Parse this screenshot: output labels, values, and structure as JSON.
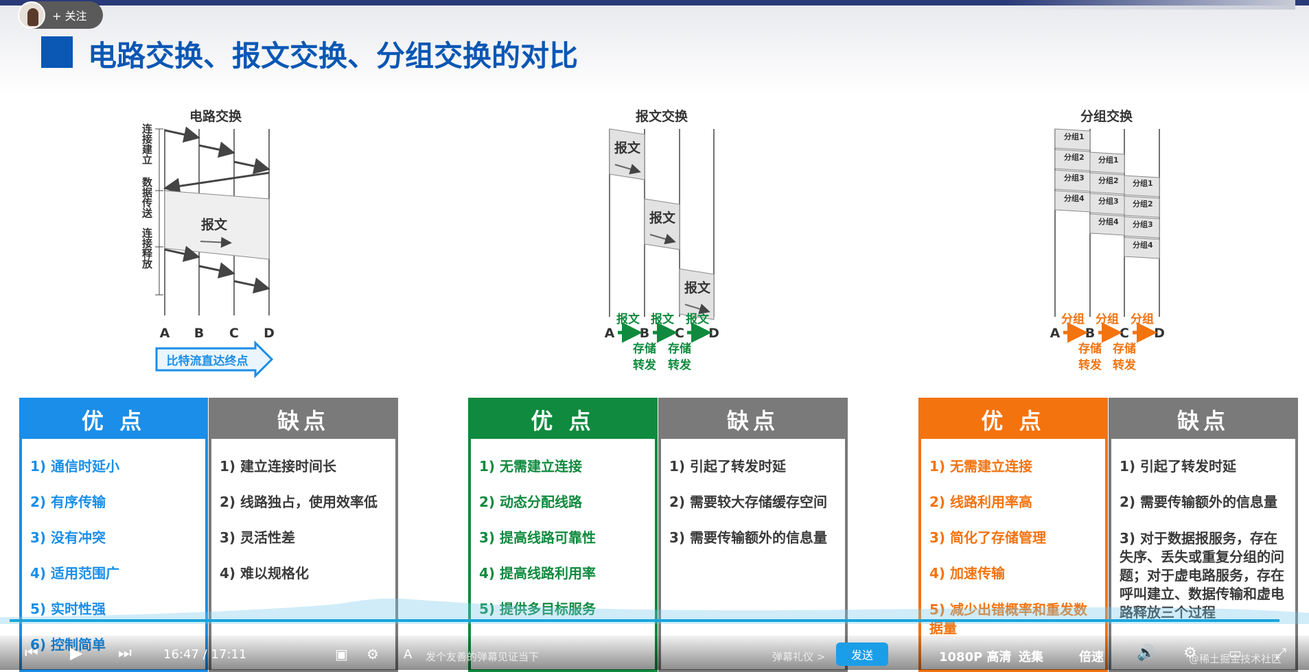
{
  "slide": {
    "title": "电路交换、报文交换、分组交换的对比",
    "follow_label": "+ 关注",
    "colors": {
      "title": "#0a57b4",
      "circuit": "#1a8ee8",
      "message": "#0f8a3e",
      "packet": "#f3730f",
      "cons": "#7a7a7a"
    }
  },
  "diagrams": {
    "circuit": {
      "title": "电路交换",
      "phases": [
        "连接建立",
        "数据传送",
        "连接释放"
      ],
      "data_label": "报文",
      "nodes": [
        "A",
        "B",
        "C",
        "D"
      ],
      "arrow_label": "比特流直达终点"
    },
    "message": {
      "title": "报文交换",
      "block_label": "报文",
      "nodes": [
        "A",
        "B",
        "C",
        "D"
      ],
      "hop_label": "报文",
      "store_top": "存储",
      "store_bottom": "转发"
    },
    "packet": {
      "title": "分组交换",
      "packets": [
        "分组1",
        "分组2",
        "分组3",
        "分组4"
      ],
      "nodes": [
        "A",
        "B",
        "C",
        "D"
      ],
      "hop_label": "分组",
      "store_top": "存储",
      "store_bottom": "转发"
    }
  },
  "tables": {
    "circuit_pros": {
      "title": "优 点",
      "items": [
        "1) 通信时延小",
        "2) 有序传输",
        "3) 没有冲突",
        "4) 适用范围广",
        "5) 实时性强",
        "6) 控制简单"
      ]
    },
    "circuit_cons": {
      "title": "缺点",
      "items": [
        "1) 建立连接时间长",
        "2) 线路独占，使用效率低",
        "3) 灵活性差",
        "4) 难以规格化"
      ]
    },
    "message_pros": {
      "title": "优 点",
      "items": [
        "1) 无需建立连接",
        "2) 动态分配线路",
        "3) 提高线路可靠性",
        "4) 提高线路利用率",
        "5) 提供多目标服务"
      ]
    },
    "message_cons": {
      "title": "缺点",
      "items": [
        "1) 引起了转发时延",
        "2) 需要较大存储缓存空间",
        "3) 需要传输额外的信息量"
      ]
    },
    "packet_pros": {
      "title": "优 点",
      "items": [
        "1) 无需建立连接",
        "2) 线路利用率高",
        "3) 简化了存储管理",
        "4) 加速传输",
        "5) 减少出错概率和重发数据量"
      ]
    },
    "packet_cons": {
      "title": "缺点",
      "items": [
        "1) 引起了转发时延",
        "2) 需要传输额外的信息量",
        "3) 对于数据报服务，存在失序、丢失或重复分组的问题；对于虚电路服务，存在呼叫建立、数据传输和虚电路释放三个过程"
      ]
    }
  },
  "player": {
    "time_current": "16:47",
    "time_sep": "/",
    "time_total": "17:11",
    "danmaku_placeholder": "发个友善的弹幕见证当下",
    "danmaku_etiquette": "弹幕礼仪 >",
    "send_label": "发送",
    "quality": "1080P 高清",
    "episodes": "选集",
    "speed": "倍速",
    "watermark": "@稀土掘金技术社区",
    "progress": 0.977
  }
}
